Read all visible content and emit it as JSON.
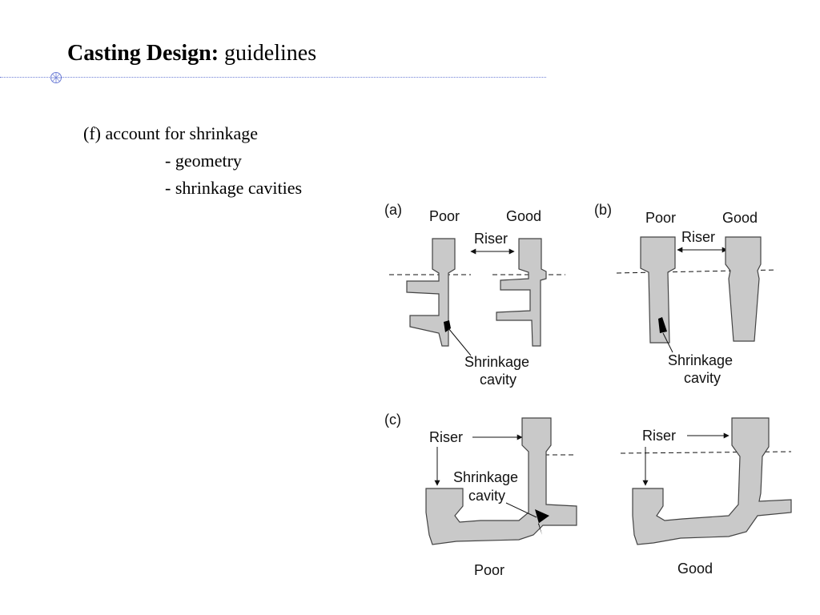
{
  "slide": {
    "title_bold": "Casting Design:",
    "title_rest": "guidelines",
    "point": "(f) account for shrinkage",
    "sub_points": [
      "- geometry",
      "- shrinkage cavities"
    ]
  },
  "figure": {
    "colors": {
      "metal_fill": "#c9c9c9",
      "cavity": "#000000",
      "rule": "#6f7fd6"
    },
    "panel_a": {
      "label": "(a)",
      "poor": "Poor",
      "good": "Good",
      "riser": "Riser",
      "cavity_1": "Shrinkage",
      "cavity_2": "cavity"
    },
    "panel_b": {
      "label": "(b)",
      "poor": "Poor",
      "good": "Good",
      "riser": "Riser",
      "cavity_1": "Shrinkage",
      "cavity_2": "cavity"
    },
    "panel_c": {
      "label": "(c)",
      "riser_left": "Riser",
      "riser_right": "Riser",
      "cavity_1": "Shrinkage",
      "cavity_2": "cavity",
      "poor": "Poor",
      "good": "Good"
    }
  }
}
